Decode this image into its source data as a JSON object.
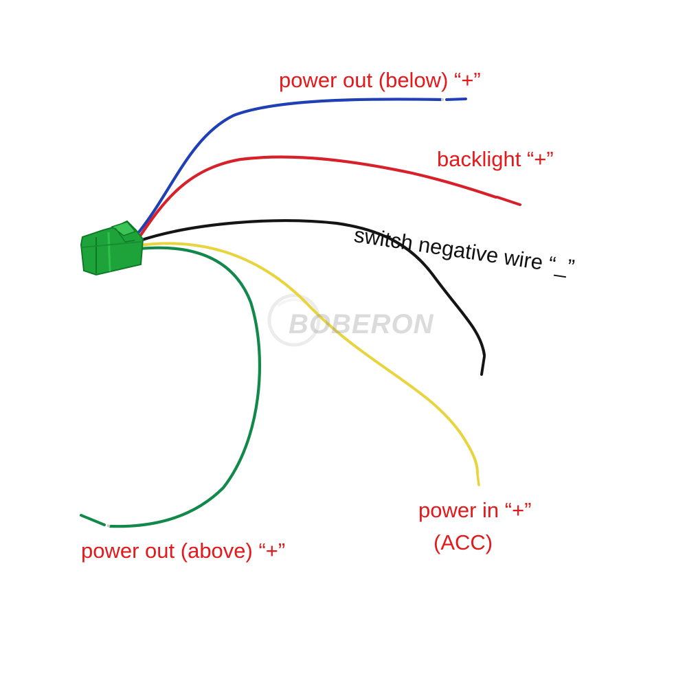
{
  "labels": {
    "blue_wire": "power out (below) “+”",
    "red_wire": "backlight “+”",
    "black_wire": "switch negative wire “_”",
    "yellow_wire": "power in “+”",
    "yellow_wire_sub": "(ACC)",
    "green_wire": "power out (above) “+”"
  },
  "watermark": "BOBERON",
  "colors": {
    "label_red": "#e3191c",
    "label_black": "#111111",
    "wire_blue": "#1f3fb5",
    "wire_red": "#d8202a",
    "wire_black": "#151515",
    "wire_yellow": "#e8d43c",
    "wire_green": "#12884a",
    "connector": "#1ea33a"
  }
}
